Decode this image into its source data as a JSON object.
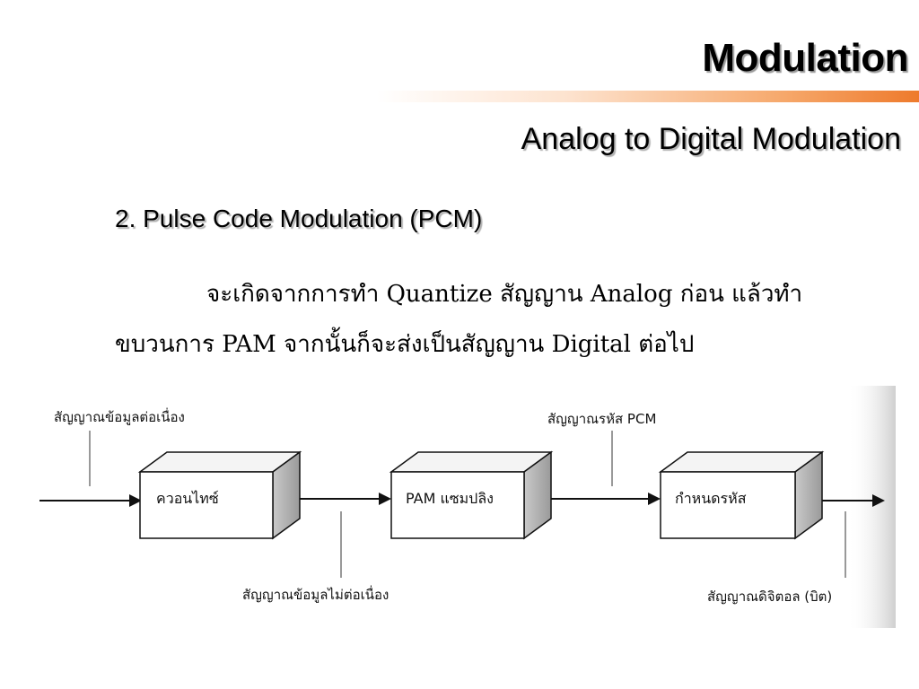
{
  "header": {
    "title": "Modulation",
    "subtitle": "Analog to Digital Modulation"
  },
  "section": {
    "heading": "2. Pulse Code Modulation (PCM)",
    "paragraph_line1": "จะเกิดจากการทำ Quantize สัญญาน Analog ก่อน แล้วทำ",
    "paragraph_line2": "ขบวนการ PAM จากนั้นก็จะส่งเป็นสัญญาน Digital ต่อไป"
  },
  "diagram": {
    "labels": {
      "input_signal": "สัญญาณข้อมูลต่อเนื่อง",
      "discrete_signal": "สัญญาณข้อมูลไม่ต่อเนื่อง",
      "pcm_signal": "สัญญาณรหัส PCM",
      "digital_signal": "สัญญาณดิจิตอล (บิต)"
    },
    "blocks": {
      "quantizer": "ควอนไทซ์",
      "pam": "PAM แซมปลิง",
      "encoder": "กำหนดรหัส"
    }
  }
}
